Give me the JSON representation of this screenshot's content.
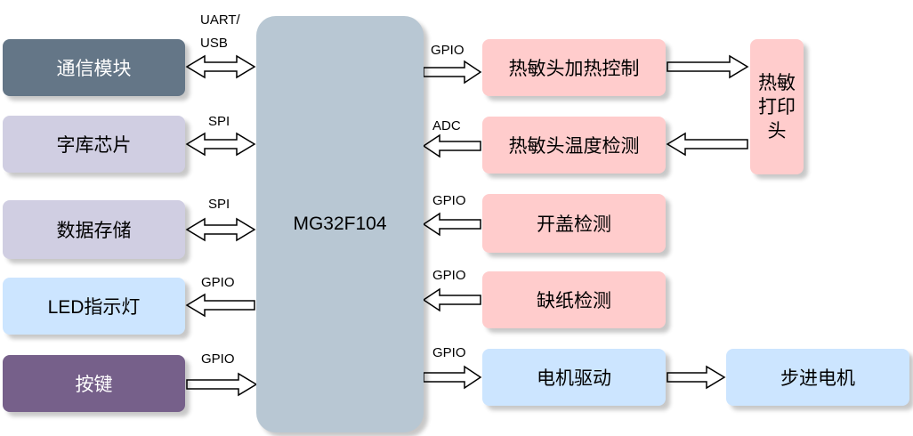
{
  "mcu": {
    "label": "MG32F104",
    "color": "#b8c7d3"
  },
  "left_modules": [
    {
      "label": "通信模块",
      "bus": "UART/",
      "bus2": "USB",
      "fill": "#647687",
      "text": "#ffffff"
    },
    {
      "label": "字库芯片",
      "bus": "SPI",
      "fill": "#d0cee2",
      "text": "#000000"
    },
    {
      "label": "数据存储",
      "bus": "SPI",
      "fill": "#d0cee2",
      "text": "#000000"
    },
    {
      "label": "LED指示灯",
      "bus": "GPIO",
      "fill": "#cce5ff",
      "text": "#000000"
    },
    {
      "label": "按键",
      "bus": "GPIO",
      "fill": "#76608a",
      "text": "#ffffff"
    }
  ],
  "right_modules": [
    {
      "label": "热敏头加热控制",
      "bus": "GPIO",
      "fill": "#ffcccc"
    },
    {
      "label": "热敏头温度检测",
      "bus": "ADC",
      "fill": "#ffcccc"
    },
    {
      "label": "开盖检测",
      "bus": "GPIO",
      "fill": "#ffcccc"
    },
    {
      "label": "缺纸检测",
      "bus": "GPIO",
      "fill": "#ffcccc"
    },
    {
      "label": "电机驱动",
      "bus": "GPIO",
      "fill": "#cce5ff"
    }
  ],
  "peripherals": {
    "printhead": {
      "label_lines": [
        "热敏",
        "打印",
        "头"
      ],
      "fill": "#ffcccc"
    },
    "stepper": {
      "label": "步进电机",
      "fill": "#cce5ff"
    }
  }
}
